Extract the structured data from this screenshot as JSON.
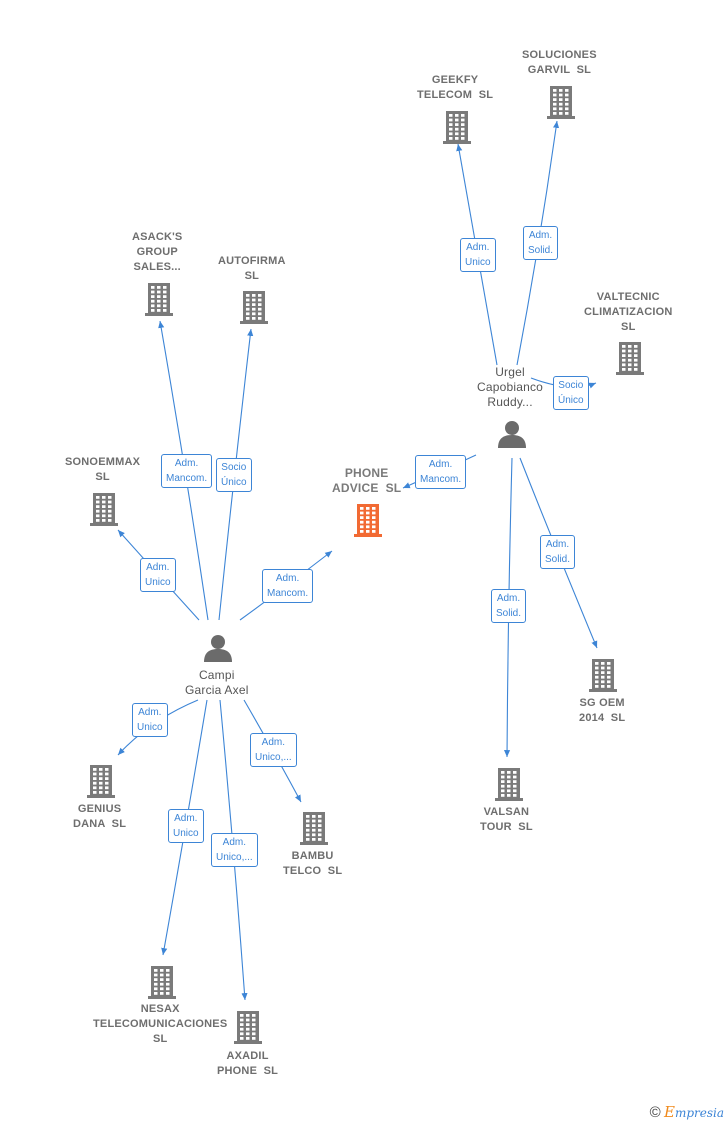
{
  "colors": {
    "edge": "#3d85d6",
    "building": "#7a7a7a",
    "focus_building": "#f26a33",
    "person": "#6b6b6b"
  },
  "nodes": [
    {
      "id": "phone",
      "type": "company",
      "focus": true,
      "label": "PHONE\nADVICE  SL"
    },
    {
      "id": "urgel",
      "type": "person",
      "label": "Urgel\nCapobianco\nRuddy..."
    },
    {
      "id": "campi",
      "type": "person",
      "label": "Campi\nGarcia Axel"
    },
    {
      "id": "geekfy",
      "type": "company",
      "label": "GEEKFY\nTELECOM  SL"
    },
    {
      "id": "soluciones",
      "type": "company",
      "label": "SOLUCIONES\nGARVIL  SL"
    },
    {
      "id": "valtecnic",
      "type": "company",
      "label": "VALTECNIC\nCLIMATIZACION\nSL"
    },
    {
      "id": "sgoem",
      "type": "company",
      "label": "SG OEM\n2014  SL"
    },
    {
      "id": "valsan",
      "type": "company",
      "label": "VALSAN\nTOUR  SL"
    },
    {
      "id": "asack",
      "type": "company",
      "label": "ASACK'S\nGROUP\nSALES..."
    },
    {
      "id": "autofirma",
      "type": "company",
      "label": "AUTOFIRMA\nSL"
    },
    {
      "id": "sonoemmax",
      "type": "company",
      "label": "SONOEMMAX\nSL"
    },
    {
      "id": "genius",
      "type": "company",
      "label": "GENIUS\nDANA  SL"
    },
    {
      "id": "bambu",
      "type": "company",
      "label": "BAMBU\nTELCO  SL"
    },
    {
      "id": "nesax",
      "type": "company",
      "label": "NESAX\nTELECOMUNICACIONES\nSL"
    },
    {
      "id": "axadil",
      "type": "company",
      "label": "AXADIL\nPHONE  SL"
    }
  ],
  "edges": [
    {
      "from": "urgel",
      "to": "geekfy",
      "label": "Adm.\nUnico"
    },
    {
      "from": "urgel",
      "to": "soluciones",
      "label": "Adm.\nSolid."
    },
    {
      "from": "urgel",
      "to": "valtecnic",
      "label": "Socio\nÚnico"
    },
    {
      "from": "urgel",
      "to": "phone",
      "label": "Adm.\nMancom."
    },
    {
      "from": "urgel",
      "to": "sgoem",
      "label": "Adm.\nSolid."
    },
    {
      "from": "urgel",
      "to": "valsan",
      "label": "Adm.\nSolid."
    },
    {
      "from": "campi",
      "to": "asack",
      "label": "Adm.\nMancom."
    },
    {
      "from": "campi",
      "to": "autofirma",
      "label": "Socio\nÚnico"
    },
    {
      "from": "campi",
      "to": "sonoemmax",
      "label": "Adm.\nUnico"
    },
    {
      "from": "campi",
      "to": "phone",
      "label": "Adm.\nMancom."
    },
    {
      "from": "campi",
      "to": "genius",
      "label": "Adm.\nUnico"
    },
    {
      "from": "campi",
      "to": "bambu",
      "label": "Adm.\nUnico,..."
    },
    {
      "from": "campi",
      "to": "nesax",
      "label": "Adm.\nUnico"
    },
    {
      "from": "campi",
      "to": "axadil",
      "label": "Adm.\nUnico,..."
    }
  ],
  "brand": {
    "copyright": "©",
    "initial": "E",
    "rest": "mpresia"
  }
}
